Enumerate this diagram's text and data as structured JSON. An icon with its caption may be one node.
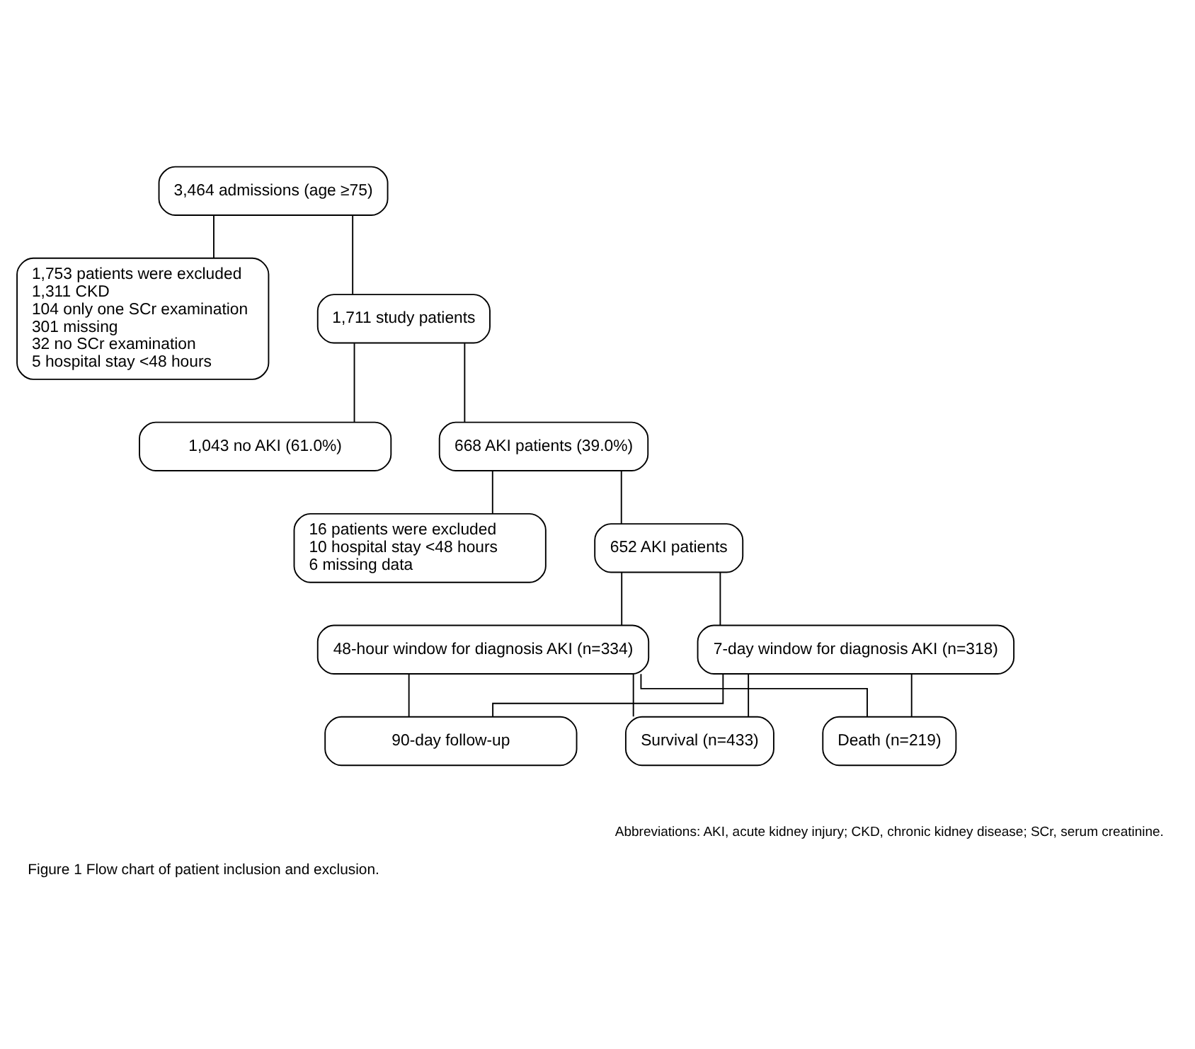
{
  "diagram": {
    "caption": "Figure 1 Flow chart of patient inclusion and exclusion.",
    "nodes": [
      {
        "text": [
          "3,464 admissions (age ≥75)"
        ]
      },
      {
        "text": [
          "1,753 patients were excluded",
          "1,311 CKD",
          "104 only one SCr examination",
          "301 missing",
          "32 no SCr examination",
          "5 hospital stay <48 hours"
        ]
      },
      {
        "text": [
          "1,711 study patients"
        ]
      },
      {
        "text": [
          "1,043 no AKI (61.0%)"
        ]
      },
      {
        "text": [
          "668 AKI patients (39.0%)"
        ]
      },
      {
        "text": [
          "16 patients were excluded",
          "10 hospital stay <48 hours",
          "6 missing data"
        ]
      },
      {
        "text": [
          "652 AKI patients"
        ]
      },
      {
        "text": [
          "48-hour window for diagnosis AKI (n=334)"
        ]
      },
      {
        "text": [
          "7-day window for diagnosis AKI (n=318)"
        ]
      },
      {
        "text": [
          "90-day follow-up"
        ]
      },
      {
        "text": [
          "Survival (n=433)"
        ]
      },
      {
        "text": [
          "Death (n=219)"
        ]
      }
    ],
    "edges": [
      {
        "from": 0,
        "to": 2,
        "arrow": "none"
      },
      {
        "from": 0,
        "to": 1,
        "arrow": "none"
      },
      {
        "from": 2,
        "to": 4,
        "arrow": "none"
      },
      {
        "from": 2,
        "to": 3,
        "arrow": "none"
      },
      {
        "from": 4,
        "to": 6,
        "arrow": "none"
      },
      {
        "from": 4,
        "to": 5,
        "arrow": "none"
      },
      {
        "from": 6,
        "to": 7,
        "arrow": "none"
      },
      {
        "from": 6,
        "to": 8,
        "arrow": "none"
      },
      {
        "from": 7,
        "to": 10,
        "arrow": "none"
      },
      {
        "from": 7,
        "to": 11,
        "arrow": "none"
      },
      {
        "from": 8,
        "to": 10,
        "arrow": "none"
      },
      {
        "from": 8,
        "to": 11,
        "arrow": "none"
      },
      {
        "from": 7,
        "to": 9,
        "arrow": "none"
      },
      {
        "from": 8,
        "to": 9,
        "arrow": "none"
      }
    ],
    "labels": [
      "Abbreviations: AKI, acute kidney injury; CKD, chronic kidney disease; SCr, serum creatinine."
    ]
  }
}
